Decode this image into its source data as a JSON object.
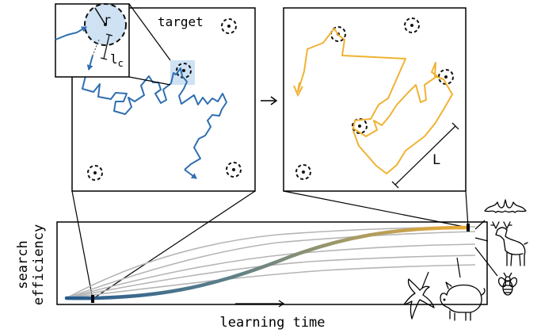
{
  "labels": {
    "target": "target",
    "radius": "r",
    "step_length": "l",
    "step_length_sub": "c",
    "flight_length": "L",
    "x_axis": "learning time",
    "y_axis_line1": "search",
    "y_axis_line2": "efficiency"
  },
  "colors": {
    "blue_walk": "#2f6fb0",
    "orange_walk": "#f0b232",
    "target_highlight": "#cfe2f3",
    "background_curves": "#b5b5b5"
  },
  "icons": [
    "bat-icon",
    "deer-icon",
    "bee-icon",
    "bird-icon",
    "pig-icon"
  ]
}
